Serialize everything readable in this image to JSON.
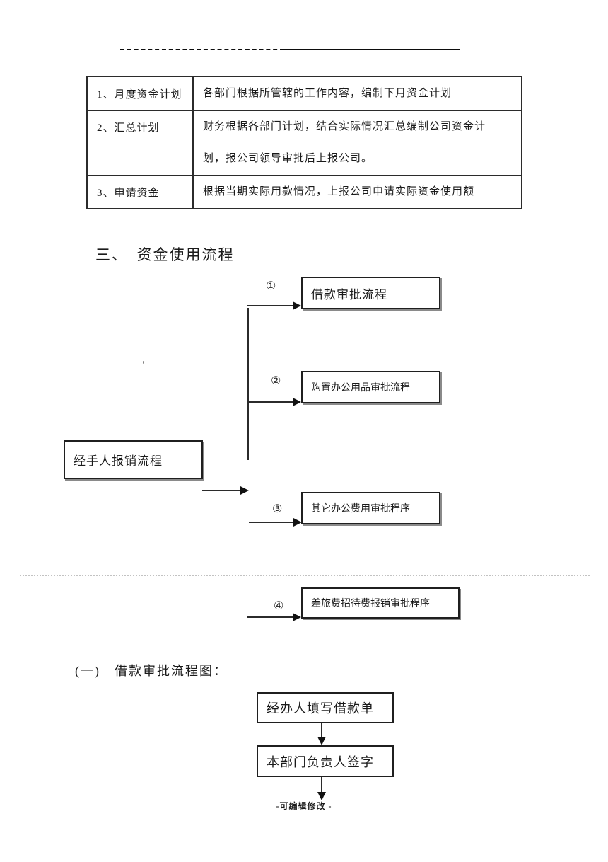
{
  "table": {
    "rows": [
      {
        "label": "1、月度资金计划",
        "lines": [
          "各部门根据所管辖的工作内容，编制下月资金计划"
        ]
      },
      {
        "label": "2、汇总计划",
        "lines": [
          "财务根据各部门计划，结合实际情况汇总编制公司资金计",
          "划，报公司领导审批后上报公司。"
        ]
      },
      {
        "label": "3、申请资金",
        "lines": [
          "根据当期实际用款情况，上报公司申请实际资金使用额"
        ]
      }
    ]
  },
  "section": {
    "heading": "三、　资金使用流程"
  },
  "flowchart": {
    "stray_mark": "'",
    "source_label": "经手人报销流程",
    "branches": [
      {
        "num": "①",
        "label": "借款审批流程"
      },
      {
        "num": "②",
        "label": "购置办公用品审批流程"
      },
      {
        "num": "③",
        "label": "其它办公费用审批程序"
      },
      {
        "num": "④",
        "label": "差旅费招待费报销审批程序"
      }
    ]
  },
  "subsection": {
    "heading": "(一)　借款审批流程图："
  },
  "loan_flow": {
    "steps": [
      "经办人填写借款单",
      "本部门负责人签字"
    ]
  },
  "footer": {
    "text": "-可编辑修改 -"
  },
  "colors": {
    "ink": "#1a1a1a",
    "border": "#2b2b2b",
    "pagebreak_dotted": "#c2c2c2"
  }
}
